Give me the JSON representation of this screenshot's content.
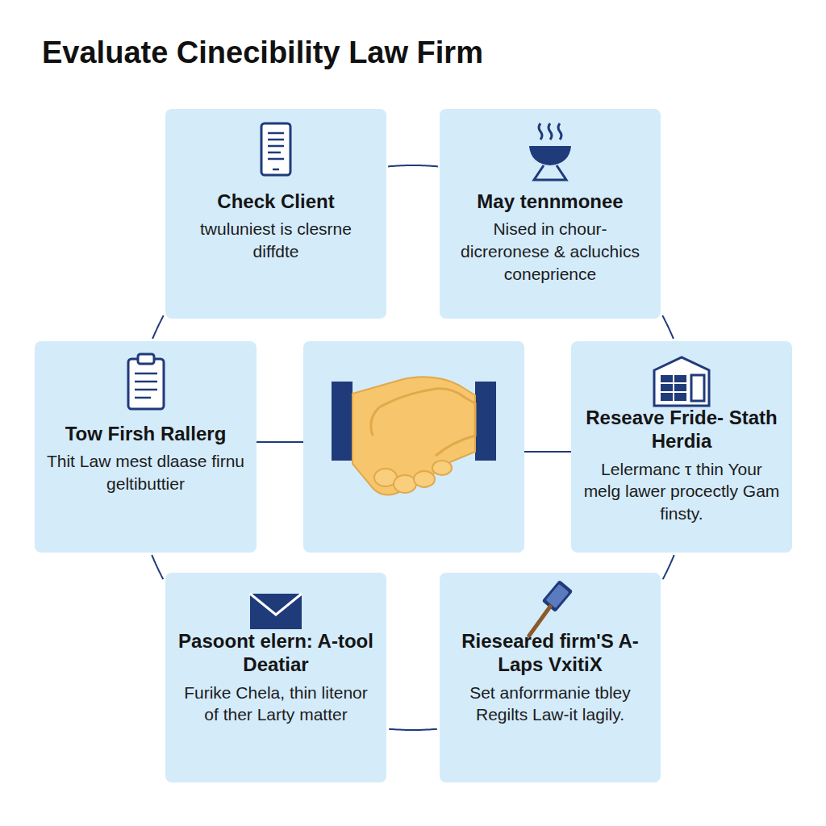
{
  "diagram": {
    "title": "Evaluate Cinecibility Law Firm",
    "nodes": [
      {
        "text": [
          "Check Client",
          "twuluniest is clesrne diffdte"
        ]
      },
      {
        "text": [
          "May tennmonee",
          "Nised in chour- dicreronese & acluchics coneprience"
        ]
      },
      {
        "text": [
          "Tow Firsh Rallerg",
          "Thit Law mest dlaase firnu geltibuttier"
        ]
      },
      {
        "text": [
          "Reseave Fride- Stath Herdia",
          "Lelermanc τ thin Your melg lawer procectly Gam finsty."
        ]
      },
      {
        "text": [
          "Pasoont elern: A-tool Deatiar",
          "Furike Chela, thin litenor of ther Larty matter"
        ]
      },
      {
        "text": [
          "Rieseared firm'S A-Laps VxitiX",
          "Set anforrmanie tbley Regilts Law-it lagily."
        ]
      }
    ],
    "edges": [
      {
        "from": 0,
        "to": 1,
        "arrow": "none"
      },
      {
        "from": 1,
        "to": 3,
        "arrow": "none"
      },
      {
        "from": 3,
        "to": 5,
        "arrow": "none"
      },
      {
        "from": 5,
        "to": 4,
        "arrow": "none"
      },
      {
        "from": 4,
        "to": 2,
        "arrow": "none"
      },
      {
        "from": 2,
        "to": 0,
        "arrow": "none"
      }
    ]
  }
}
